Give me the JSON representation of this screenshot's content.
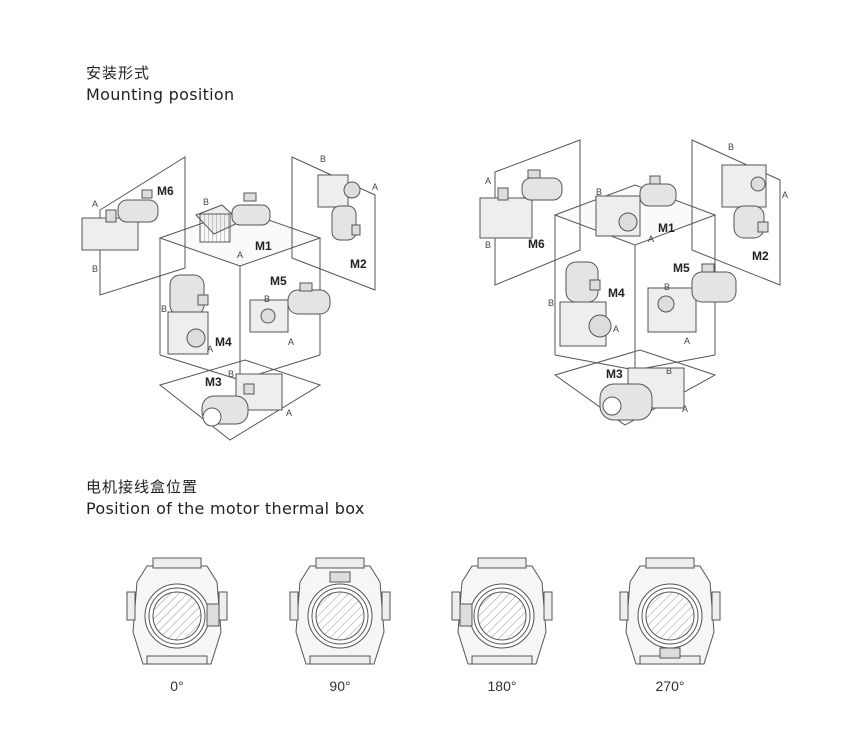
{
  "section_mount": {
    "title_cn": "安装形式",
    "title_en": "Mounting position"
  },
  "section_thermal": {
    "title_cn": "电机接线盒位置",
    "title_en": "Position of the motor thermal box"
  },
  "positions": [
    "M1",
    "M2",
    "M3",
    "M4",
    "M5",
    "M6"
  ],
  "side_labels": {
    "a": "A",
    "b": "B"
  },
  "thermal_angles": [
    "0°",
    "90°",
    "180°",
    "270°"
  ],
  "colors": {
    "line": "#555555",
    "fill": "#f2f2f2",
    "hatch": "#999999"
  }
}
